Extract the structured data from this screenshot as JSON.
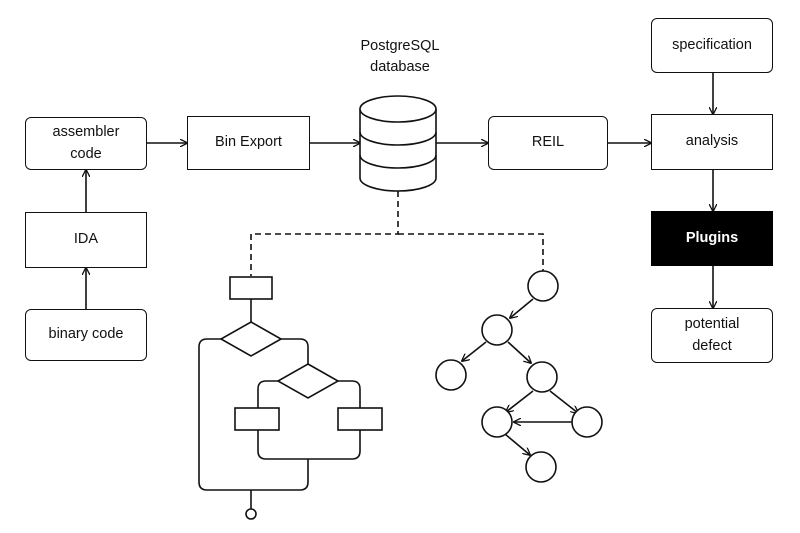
{
  "nodes": {
    "assembler_code": "assembler\ncode",
    "ida": "IDA",
    "binary_code": "binary code",
    "bin_export": "Bin Export",
    "database_label": "PostgreSQL\ndatabase",
    "reil": "REIL",
    "specification": "specification",
    "analysis": "analysis",
    "plugins": "Plugins",
    "potential_defect": "potential\ndefect"
  },
  "colors": {
    "stroke": "#111111",
    "highlight": "#000000",
    "background": "#ffffff"
  }
}
